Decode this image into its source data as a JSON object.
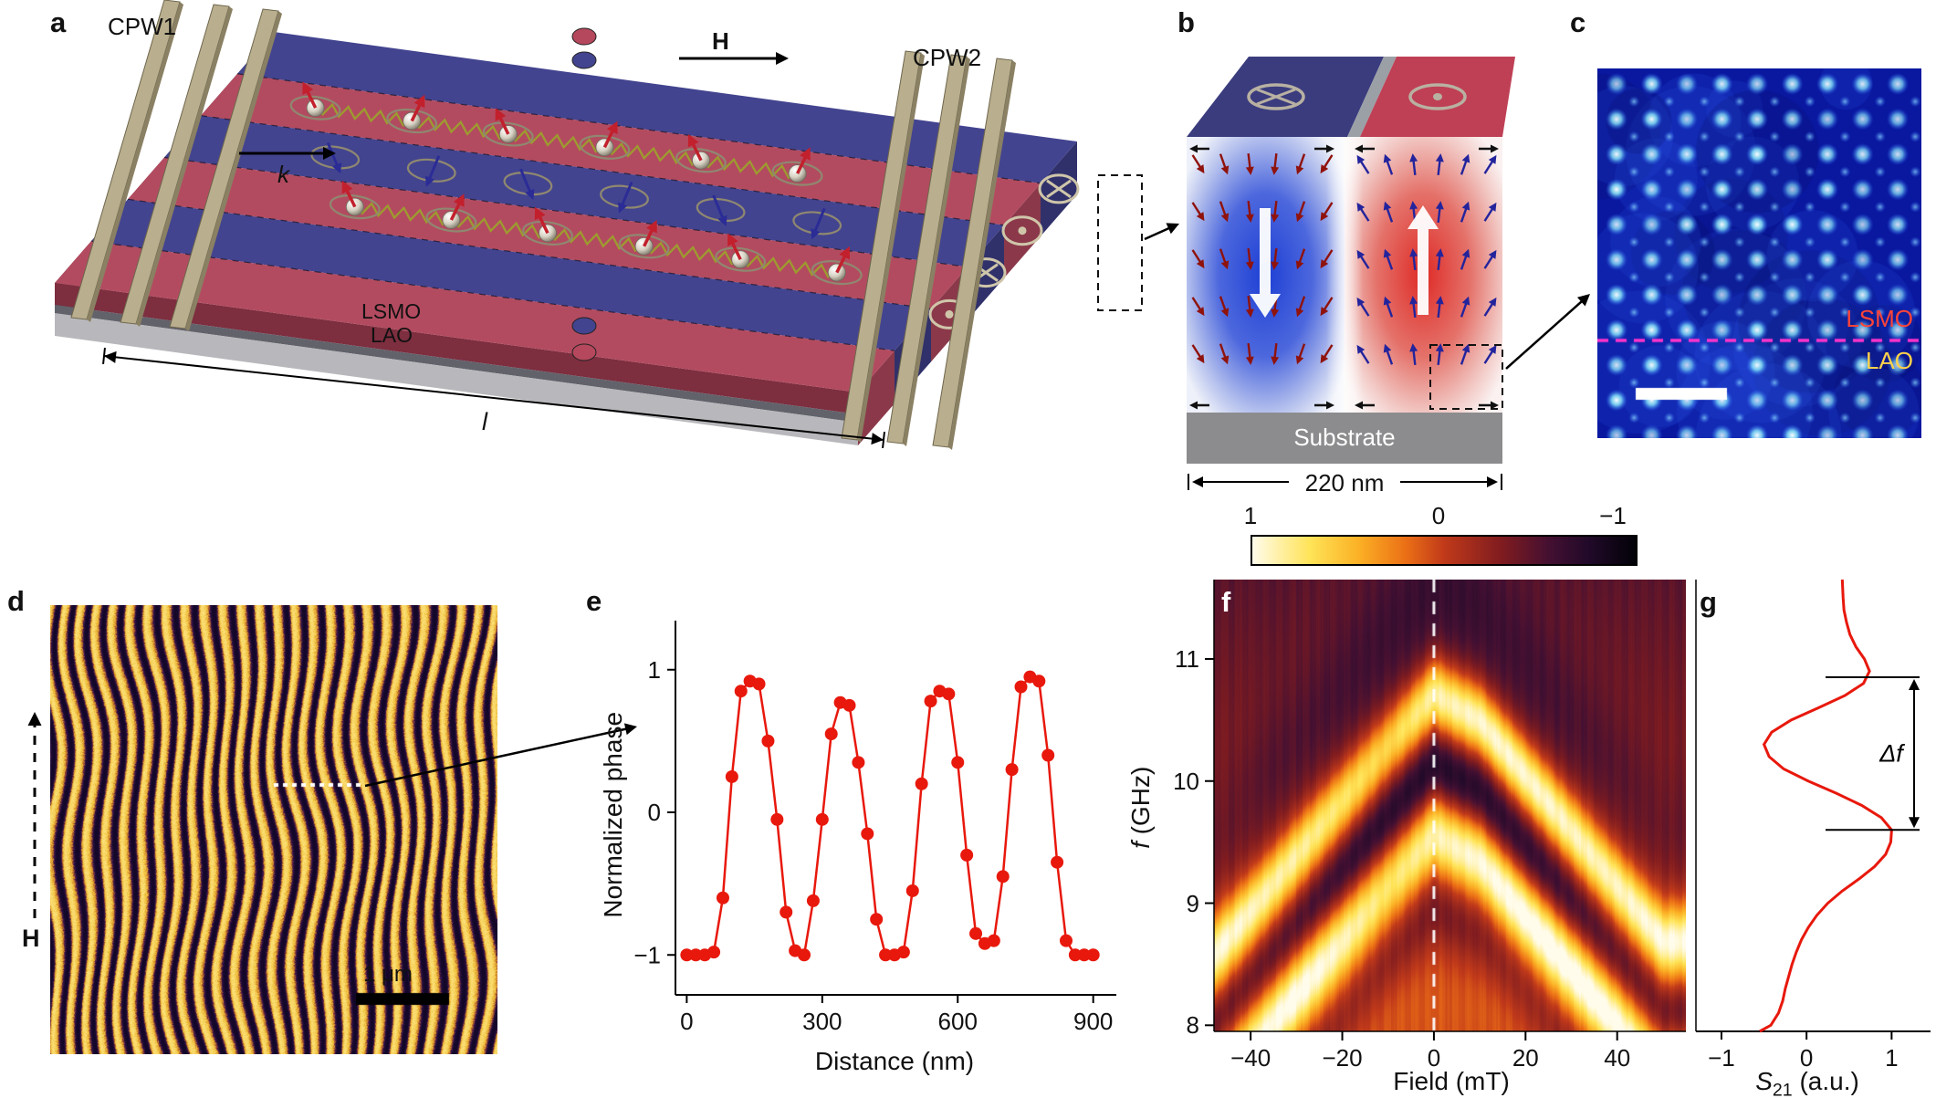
{
  "figure": {
    "bg": "#ffffff",
    "panel_labels": {
      "a": "a",
      "b": "b",
      "c": "c",
      "d": "d",
      "e": "e",
      "f": "f",
      "g": "g"
    }
  },
  "panel_a": {
    "cpw1": "CPW1",
    "cpw2": "CPW2",
    "field_label": "H",
    "wavevector_label": "k",
    "length_label": "l",
    "layer_labels": {
      "lsmo": "LSMO",
      "lao": "LAO"
    },
    "colors": {
      "stripe_blue": "#43448f",
      "stripe_red": "#b34b60",
      "cpw_gold": "#b9ae8e"
    }
  },
  "panel_b": {
    "substrate_label": "Substrate",
    "width_label": "220 nm",
    "colors": {
      "domain_blue": "#1d3fd4",
      "domain_red": "#df2a26"
    }
  },
  "panel_c": {
    "layer_labels": {
      "lsmo": "LSMO",
      "lao": "LAO"
    },
    "label_colors": {
      "lsmo": "#ff4438",
      "lao": "#ffd24a"
    }
  },
  "panel_d": {
    "scalebar_label": "1 μm",
    "field_label": "H"
  },
  "chart_data": [
    {
      "id": "phase_profile",
      "panel": "e",
      "type": "scatter-line",
      "title": "",
      "xlabel": "Distance (nm)",
      "ylabel": "Normalized phase",
      "xlim": [
        -25,
        935
      ],
      "ylim": [
        -1.28,
        1.28
      ],
      "xticks": [
        0,
        300,
        600,
        900
      ],
      "xtick_labels": [
        "0",
        "300",
        "600",
        "900"
      ],
      "yticks": [
        -1,
        0,
        1
      ],
      "ytick_labels": [
        "−1",
        "0",
        "1"
      ],
      "color": "#e8180c",
      "x": [
        0,
        20,
        40,
        60,
        80,
        100,
        120,
        140,
        160,
        180,
        200,
        220,
        240,
        260,
        280,
        300,
        320,
        340,
        360,
        380,
        400,
        420,
        440,
        460,
        480,
        500,
        520,
        540,
        560,
        580,
        600,
        620,
        640,
        660,
        680,
        700,
        720,
        740,
        760,
        780,
        800,
        820,
        840,
        860,
        880,
        900
      ],
      "y": [
        -1,
        -1,
        -1,
        -0.98,
        -0.6,
        0.25,
        0.85,
        0.92,
        0.9,
        0.5,
        -0.05,
        -0.7,
        -0.97,
        -1,
        -0.62,
        -0.05,
        0.55,
        0.77,
        0.75,
        0.35,
        -0.15,
        -0.75,
        -1,
        -1,
        -0.98,
        -0.55,
        0.2,
        0.78,
        0.85,
        0.83,
        0.35,
        -0.3,
        -0.85,
        -0.92,
        -0.9,
        -0.45,
        0.3,
        0.88,
        0.95,
        0.92,
        0.4,
        -0.35,
        -0.9,
        -1,
        -1,
        -1
      ]
    },
    {
      "id": "s21_field_map",
      "panel": "f",
      "type": "heatmap",
      "xlabel": "Field (mT)",
      "ylabel_italic": "f",
      "ylabel_rest": " (GHz)",
      "xlim": [
        -48,
        55
      ],
      "ylim": [
        7.95,
        11.65
      ],
      "xticks": [
        -40,
        -20,
        0,
        20,
        40
      ],
      "xtick_labels": [
        "−40",
        "−20",
        "0",
        "20",
        "40"
      ],
      "yticks": [
        8,
        9,
        10,
        11
      ],
      "ytick_labels": [
        "8",
        "9",
        "10",
        "11"
      ],
      "zero_field_dashed_line": true,
      "base": -0.25,
      "fields": [
        -50,
        -40,
        -30,
        -20,
        -10,
        0,
        10,
        20,
        30,
        40,
        50
      ],
      "upper_branch_GHz": [
        8.5,
        8.95,
        9.4,
        9.85,
        10.3,
        10.72,
        10.5,
        10.05,
        9.6,
        9.15,
        8.7
      ],
      "lower_branch_GHz": [
        7.35,
        7.8,
        8.25,
        8.7,
        9.15,
        9.57,
        9.35,
        8.9,
        8.45,
        8.0,
        7.55
      ],
      "upper_amp": [
        0.95,
        1.0,
        1.05,
        1.0,
        0.95,
        1.25,
        1.3,
        1.25,
        1.15,
        1.05,
        1.0
      ],
      "lower_amp": [
        0.85,
        0.9,
        0.95,
        0.9,
        0.85,
        1.1,
        1.15,
        1.1,
        1.0,
        0.95,
        0.9
      ],
      "colorbar": {
        "tick_labels": [
          "1",
          "0",
          "−1"
        ],
        "range": [
          1,
          -1
        ]
      },
      "colormap_stops": [
        [
          1.0,
          [
            255,
            252,
            235
          ]
        ],
        [
          0.7,
          [
            255,
            228,
            88
          ]
        ],
        [
          0.45,
          [
            252,
            178,
            38
          ]
        ],
        [
          0.2,
          [
            236,
            112,
            22
          ]
        ],
        [
          0.0,
          [
            193,
            58,
            26
          ]
        ],
        [
          -0.3,
          [
            128,
            28,
            32
          ]
        ],
        [
          -0.55,
          [
            68,
            16,
            50
          ]
        ],
        [
          -0.75,
          [
            34,
            10,
            42
          ]
        ],
        [
          -1.0,
          [
            3,
            2,
            8
          ]
        ]
      ]
    },
    {
      "id": "s21_spectrum",
      "panel": "g",
      "type": "line",
      "xlabel_main": "S",
      "xlabel_sub": "21",
      "xlabel_rest": " (a.u.)",
      "xlim": [
        -1.3,
        1.35
      ],
      "ylim": [
        7.95,
        11.65
      ],
      "xticks": [
        -1,
        0,
        1
      ],
      "xtick_labels": [
        "−1",
        "0",
        "1"
      ],
      "color": "#e8180c",
      "f": [
        7.95,
        8.0,
        8.1,
        8.2,
        8.3,
        8.4,
        8.5,
        8.6,
        8.7,
        8.8,
        8.9,
        9.0,
        9.1,
        9.2,
        9.3,
        9.4,
        9.5,
        9.6,
        9.7,
        9.8,
        9.9,
        10.0,
        10.1,
        10.2,
        10.3,
        10.4,
        10.5,
        10.6,
        10.7,
        10.8,
        10.9,
        11.0,
        11.1,
        11.2,
        11.3,
        11.4,
        11.5,
        11.65
      ],
      "s21": [
        -0.55,
        -0.42,
        -0.33,
        -0.28,
        -0.25,
        -0.21,
        -0.17,
        -0.12,
        -0.06,
        0.02,
        0.12,
        0.25,
        0.42,
        0.62,
        0.8,
        0.93,
        0.99,
        1.0,
        0.88,
        0.65,
        0.35,
        0.02,
        -0.27,
        -0.44,
        -0.5,
        -0.41,
        -0.18,
        0.14,
        0.45,
        0.67,
        0.74,
        0.68,
        0.58,
        0.51,
        0.47,
        0.44,
        0.43,
        0.42
      ],
      "delta_f": {
        "label": "Δf",
        "f_low": 9.6,
        "f_high": 10.85
      }
    }
  ]
}
